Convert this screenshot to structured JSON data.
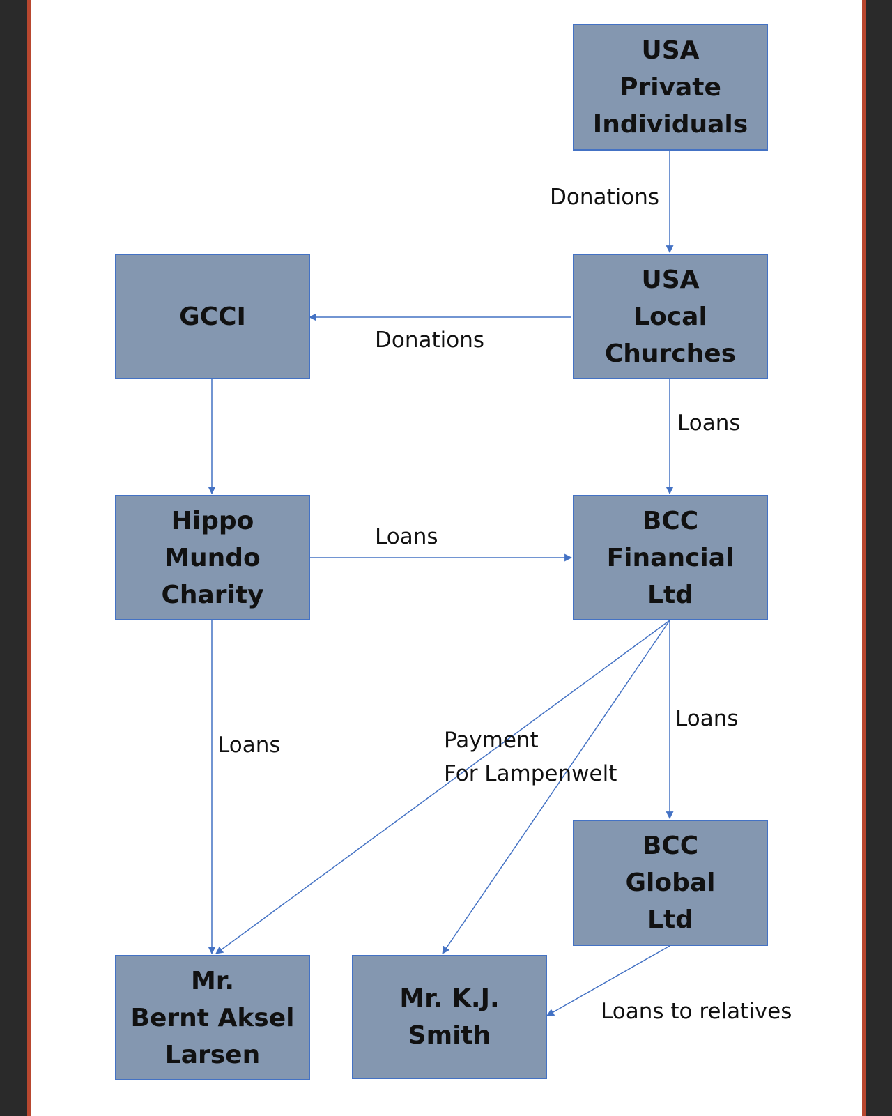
{
  "colors": {
    "node_fill": "#8497b0",
    "node_border": "#4472c4",
    "edge": "#4472c4",
    "frame_border": "#b8472f",
    "outer_background": "#2a2a2a"
  },
  "nodes": {
    "usa_private": "USA\nPrivate\nIndividuals",
    "usa_churches": "USA\nLocal\nChurches",
    "gcci": "GCCI",
    "hippo": "Hippo\nMundo\nCharity",
    "bcc_financial": "BCC\nFinancial\nLtd",
    "bcc_global": "BCC\nGlobal\nLtd",
    "larsen": "Mr.\nBernt Aksel\nLarsen",
    "smith": "Mr. K.J.\nSmith"
  },
  "edges": {
    "private_to_churches": "Donations",
    "churches_to_gcci": "Donations",
    "churches_to_bcc": "Loans",
    "hippo_to_bcc": "Loans",
    "hippo_to_larsen": "Loans",
    "bcc_to_global": "Loans",
    "bcc_to_larsen": "Payment\nFor Lampenwelt",
    "global_to_smith": "Loans to relatives"
  }
}
